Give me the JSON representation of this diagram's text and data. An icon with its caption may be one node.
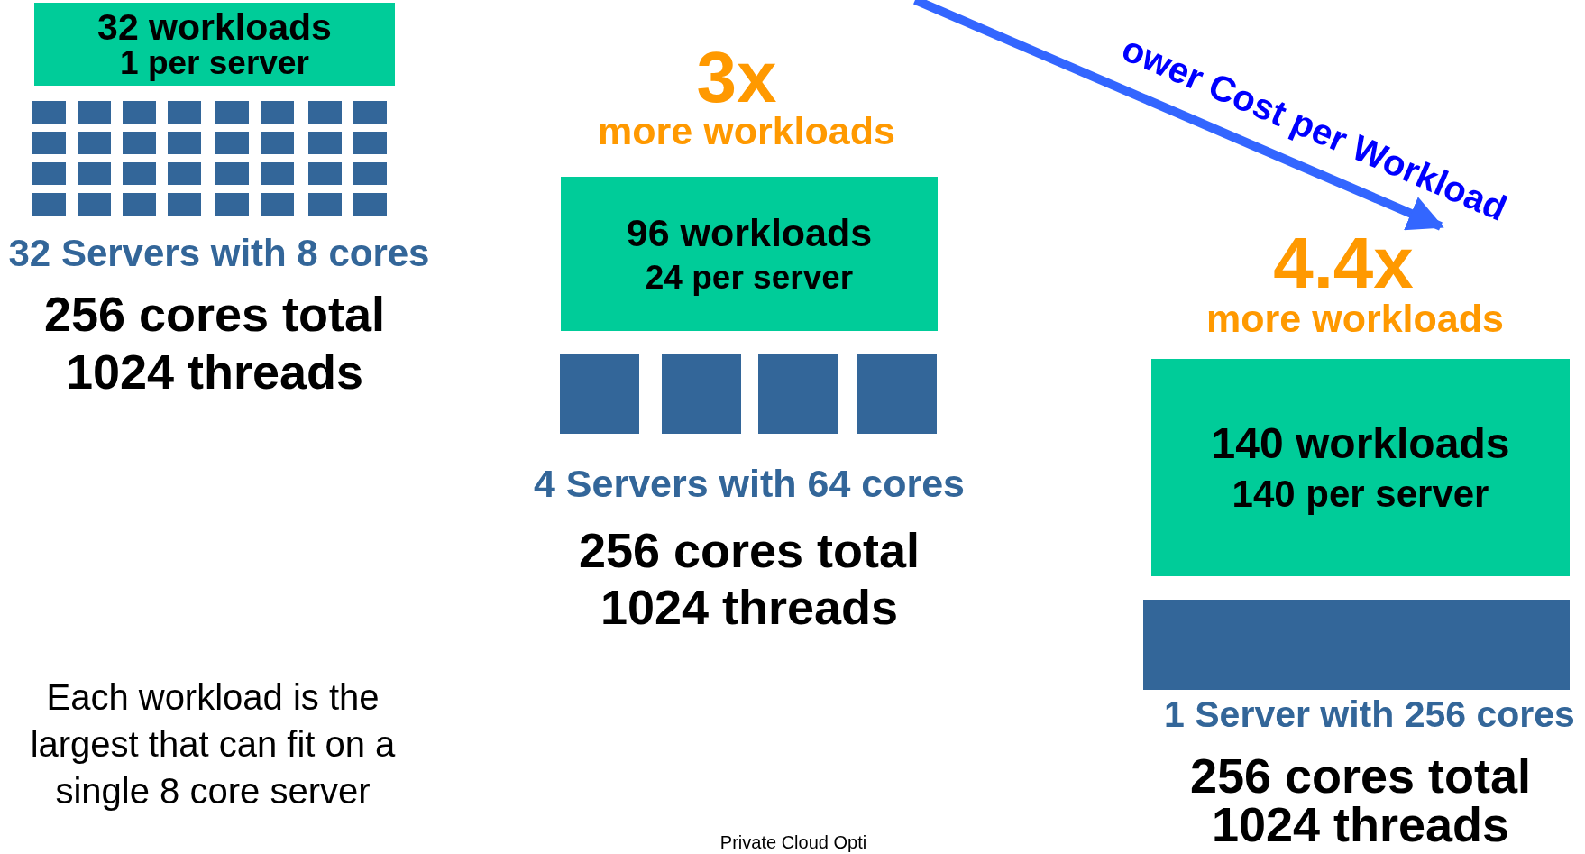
{
  "diagram": {
    "nodes": [
      {
        "text": [
          "32 workloads",
          "1 per server"
        ]
      },
      {
        "text": [],
        "shape": "box"
      },
      {
        "text": [],
        "shape": "box"
      },
      {
        "text": [],
        "shape": "box"
      },
      {
        "text": [],
        "shape": "box"
      },
      {
        "text": [],
        "shape": "box"
      },
      {
        "text": [],
        "shape": "box"
      },
      {
        "text": [],
        "shape": "box"
      },
      {
        "text": [],
        "shape": "box"
      },
      {
        "text": [],
        "shape": "box"
      },
      {
        "text": [],
        "shape": "box"
      },
      {
        "text": [],
        "shape": "box"
      },
      {
        "text": [],
        "shape": "box"
      },
      {
        "text": [],
        "shape": "box"
      },
      {
        "text": [],
        "shape": "box"
      },
      {
        "text": [],
        "shape": "box"
      },
      {
        "text": [],
        "shape": "box"
      },
      {
        "text": [],
        "shape": "box"
      },
      {
        "text": [],
        "shape": "box"
      },
      {
        "text": [],
        "shape": "box"
      },
      {
        "text": [],
        "shape": "box"
      },
      {
        "text": [],
        "shape": "box"
      },
      {
        "text": [],
        "shape": "box"
      },
      {
        "text": [],
        "shape": "box"
      },
      {
        "text": [],
        "shape": "box"
      },
      {
        "text": [],
        "shape": "box"
      },
      {
        "text": [],
        "shape": "box"
      },
      {
        "text": [],
        "shape": "box"
      },
      {
        "text": [],
        "shape": "box"
      },
      {
        "text": [],
        "shape": "box"
      },
      {
        "text": [],
        "shape": "box"
      },
      {
        "text": [],
        "shape": "box"
      },
      {
        "text": [],
        "shape": "box"
      },
      {
        "text": [
          "96 workloads",
          "24 per server"
        ]
      },
      {
        "text": [],
        "shape": "box"
      },
      {
        "text": [],
        "shape": "box"
      },
      {
        "text": [],
        "shape": "box"
      },
      {
        "text": [],
        "shape": "box"
      },
      {
        "text": [
          "140 workloads",
          "140 per server"
        ]
      },
      {
        "text": [],
        "shape": "box"
      }
    ],
    "labels": [
      "ower Cost per Workload",
      "32 Servers with 8 cores",
      "256 cores total",
      "1024 threads",
      "Each workload is the largest that can fit on a single 8 core server",
      "3x",
      "more workloads",
      "4 Servers with 64 cores",
      "256 cores total",
      "1024 threads",
      "4.4x",
      "more workloads",
      "1 Server with 256 cores",
      "256 cores total",
      "1024 threads",
      "Private Cloud Opti"
    ]
  }
}
